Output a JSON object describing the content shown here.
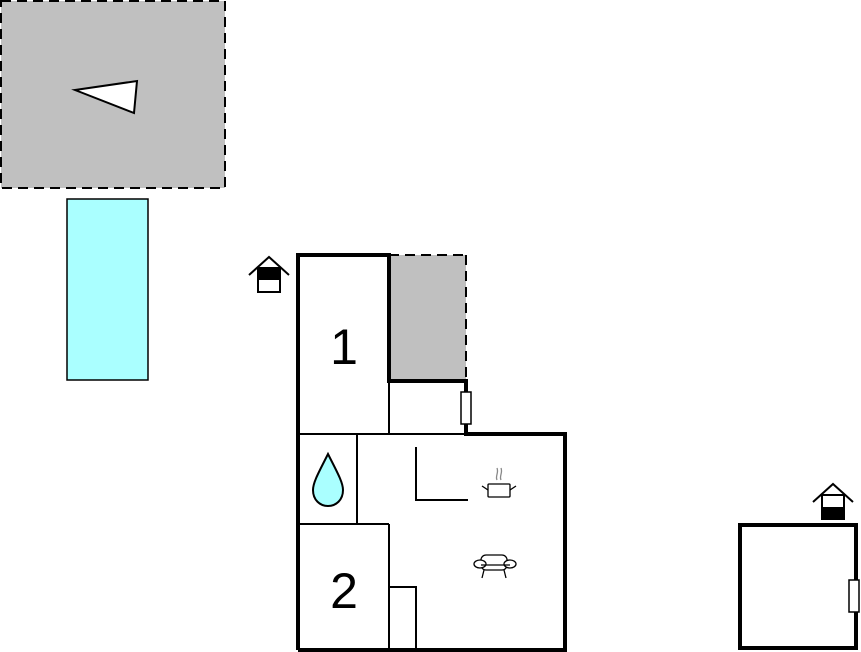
{
  "floor_plan": {
    "rooms": [
      {
        "id": "bedroom-1",
        "label": "1"
      },
      {
        "id": "bedroom-2",
        "label": "2"
      }
    ],
    "areas": {
      "terrace_top_left": {
        "fill": "#c0c0c0",
        "border": "dashed"
      },
      "terrace_beside_room1": {
        "fill": "#c0c0c0",
        "border": "dashed"
      },
      "pool": {
        "fill": "#aaffff"
      }
    },
    "icons": [
      "north-arrow-icon",
      "house-entrance-icon",
      "water-drop-bathroom-icon",
      "cooking-pot-kitchen-icon",
      "armchair-living-icon",
      "door-icon"
    ],
    "colors": {
      "wall": "#000000",
      "terrace": "#c0c0c0",
      "pool": "#aaffff",
      "background": "#ffffff"
    }
  }
}
